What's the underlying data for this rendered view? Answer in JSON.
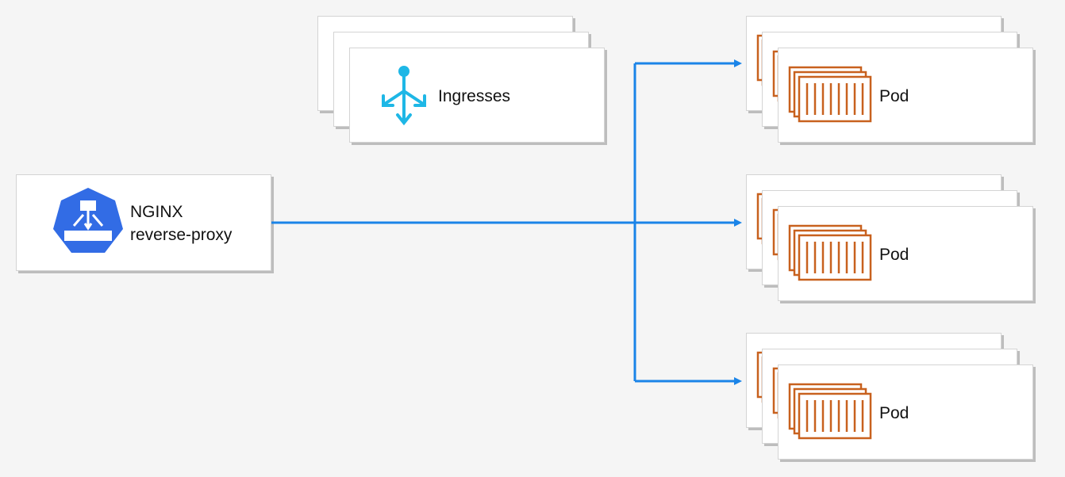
{
  "nodes": {
    "proxy": {
      "line1": "NGINX",
      "line2": "reverse-proxy",
      "icon": "kubernetes-network-icon"
    },
    "ingresses": {
      "label": "Ingresses",
      "icon": "ingress-icon"
    },
    "pods": [
      {
        "label": "Pod",
        "icon": "container-icon"
      },
      {
        "label": "Pod",
        "icon": "container-icon"
      },
      {
        "label": "Pod",
        "icon": "container-icon"
      }
    ]
  },
  "colors": {
    "arrow": "#1a84e8",
    "proxy_icon": "#326ce5",
    "ingress_icon": "#1eb7e6",
    "pod_icon": "#c8611e"
  }
}
